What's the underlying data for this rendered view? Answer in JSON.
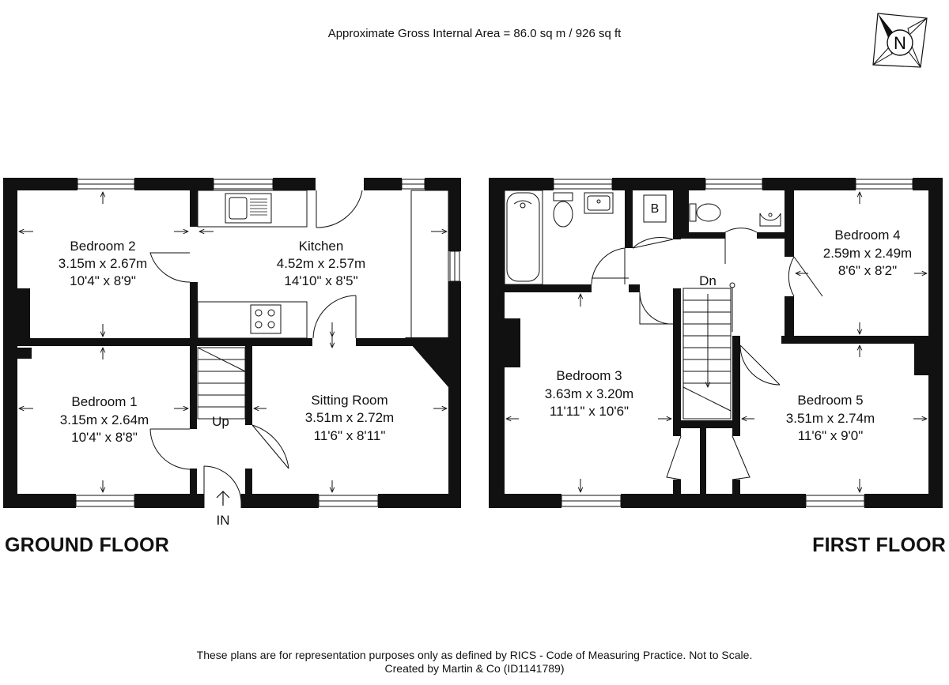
{
  "header": {
    "area_text": "Approximate Gross Internal Area = 86.0 sq m / 926 sq ft"
  },
  "compass": {
    "letter": "N"
  },
  "floors": {
    "ground": {
      "label": "GROUND FLOOR",
      "rooms": [
        {
          "name": "Bedroom 2",
          "metric": "3.15m x 2.67m",
          "imperial": "10'4\" x 8'9\""
        },
        {
          "name": "Kitchen",
          "metric": "4.52m x 2.57m",
          "imperial": "14'10\" x 8'5\""
        },
        {
          "name": "Bedroom 1",
          "metric": "3.15m x 2.64m",
          "imperial": "10'4\" x 8'8\""
        },
        {
          "name": "Sitting Room",
          "metric": "3.51m x 2.72m",
          "imperial": "11'6\" x 8'11\""
        }
      ],
      "stairs_label": "Up",
      "entrance_label": "IN"
    },
    "first": {
      "label": "FIRST FLOOR",
      "rooms": [
        {
          "name": "Bedroom 4",
          "metric": "2.59m x 2.49m",
          "imperial": "8'6\" x 8'2\""
        },
        {
          "name": "Bedroom 3",
          "metric": "3.63m x 3.20m",
          "imperial": "11'11\" x 10'6\""
        },
        {
          "name": "Bedroom 5",
          "metric": "3.51m x 2.74m",
          "imperial": "11'6\" x 9'0\""
        }
      ],
      "stairs_label": "Dn",
      "boiler_label": "B"
    }
  },
  "footer": {
    "line1": "These plans are for representation purposes only as defined by RICS - Code of Measuring Practice. Not to Scale.",
    "line2": "Created by Martin & Co (ID1141789)"
  }
}
